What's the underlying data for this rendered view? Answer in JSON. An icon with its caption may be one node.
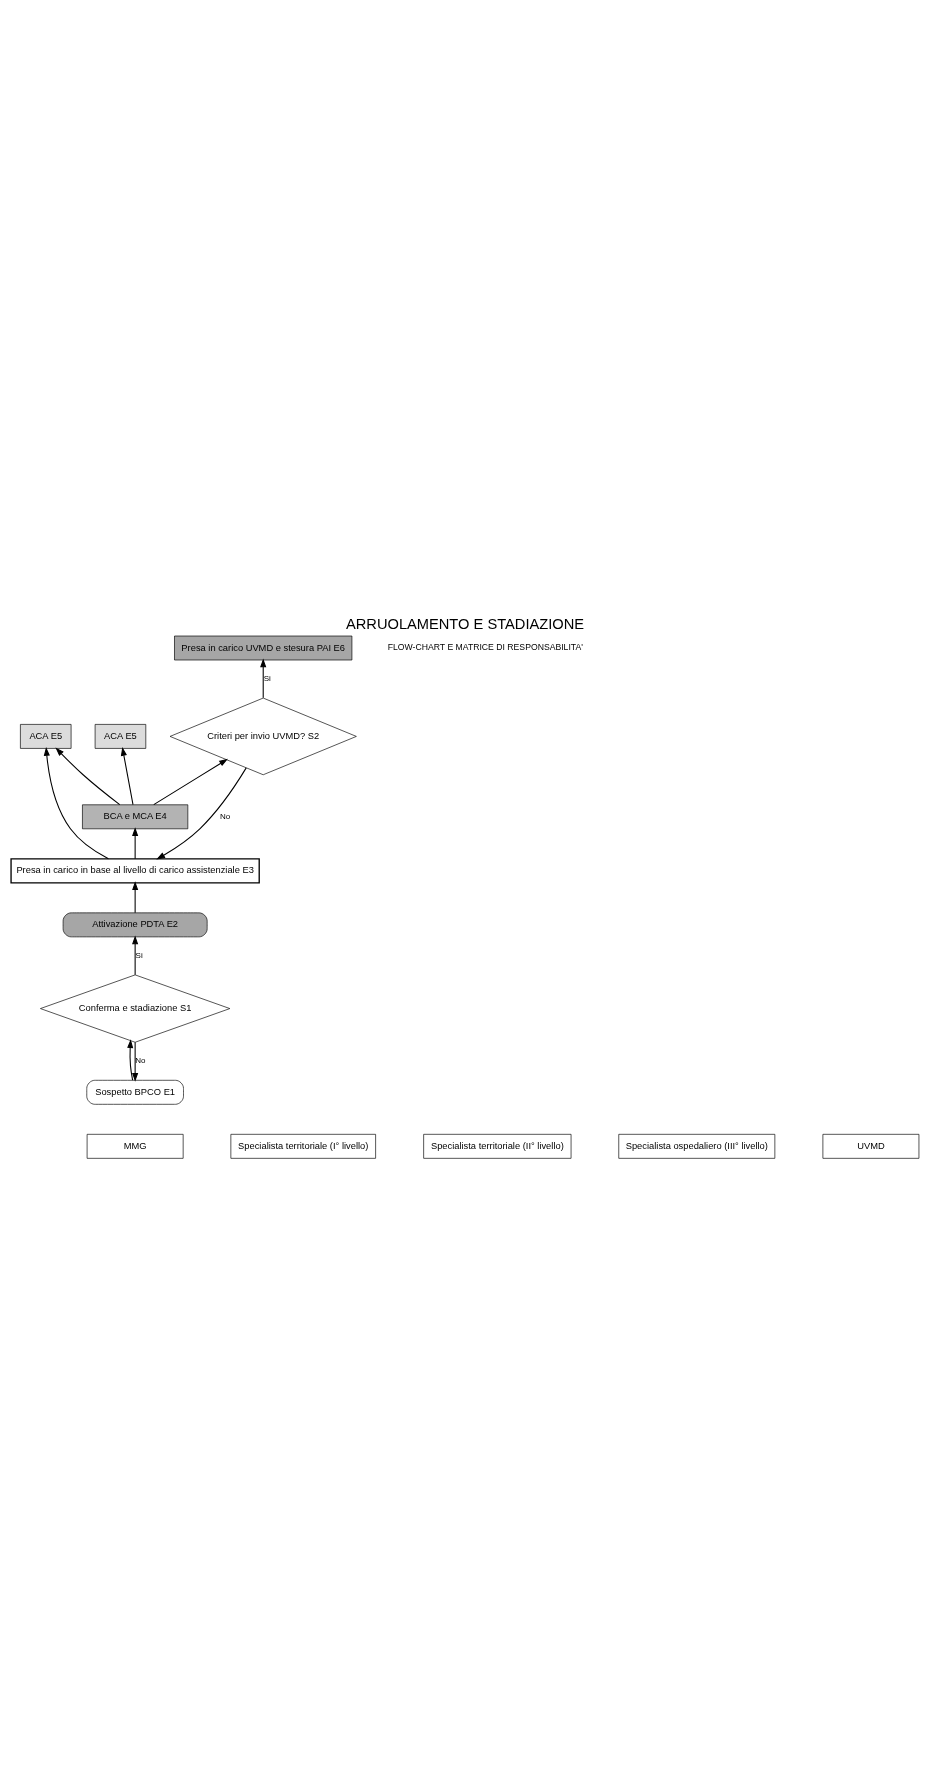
{
  "diagram": {
    "title": "ARRUOLAMENTO E STADIAZIONE",
    "nodes": [
      {
        "text": [
          "Sospetto BPCO E1"
        ]
      },
      {
        "text": [
          "Conferma e stadiazione S1"
        ]
      },
      {
        "text": [
          "Attivazione PDTA E2"
        ]
      },
      {
        "text": [
          "Presa in carico in base al livello di carico assistenziale E3"
        ]
      },
      {
        "text": [
          "BCA e MCA E4"
        ]
      },
      {
        "text": [
          "ACA E5"
        ]
      },
      {
        "text": [
          "ACA E5"
        ]
      },
      {
        "text": [
          "Criteri per invio UVMD? S2"
        ]
      },
      {
        "text": [
          "Presa in carico UVMD e stesura PAI E6"
        ]
      }
    ],
    "edges": [
      {
        "from": 0,
        "to": 1,
        "arrow": "to"
      },
      {
        "from": 1,
        "to": 0,
        "arrow": "to",
        "label": "No"
      },
      {
        "from": 1,
        "to": 2,
        "arrow": "to",
        "label": "Si"
      },
      {
        "from": 2,
        "to": 3,
        "arrow": "to"
      },
      {
        "from": 3,
        "to": 4,
        "arrow": "to"
      },
      {
        "from": 3,
        "to": 5,
        "arrow": "to"
      },
      {
        "from": 4,
        "to": 5,
        "arrow": "to"
      },
      {
        "from": 4,
        "to": 6,
        "arrow": "to"
      },
      {
        "from": 4,
        "to": 7,
        "arrow": "to"
      },
      {
        "from": 7,
        "to": 3,
        "arrow": "to",
        "label": "No"
      },
      {
        "from": 7,
        "to": 8,
        "arrow": "to",
        "label": "Si"
      }
    ],
    "labels": [
      "FLOW-CHART E MATRICE DI RESPONSABILITA'",
      "MMG",
      "Specialista territoriale (I° livello)",
      "Specialista territoriale (II° livello)",
      "Specialista ospedaliero (III° livello)",
      "UVMD"
    ]
  }
}
